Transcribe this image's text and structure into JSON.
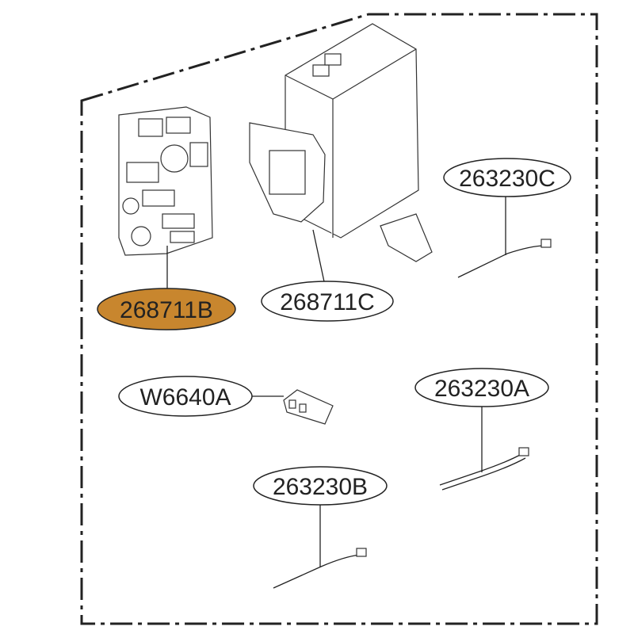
{
  "colors": {
    "highlight": "#c8862e",
    "outline": "#222222"
  },
  "parts": [
    {
      "id": "268711B",
      "label": "268711B",
      "highlighted": true
    },
    {
      "id": "268711C",
      "label": "268711C",
      "highlighted": false
    },
    {
      "id": "263230C",
      "label": "263230C",
      "highlighted": false
    },
    {
      "id": "W6640A",
      "label": "W6640A",
      "highlighted": false
    },
    {
      "id": "263230A",
      "label": "263230A",
      "highlighted": false
    },
    {
      "id": "263230B",
      "label": "263230B",
      "highlighted": false
    }
  ]
}
